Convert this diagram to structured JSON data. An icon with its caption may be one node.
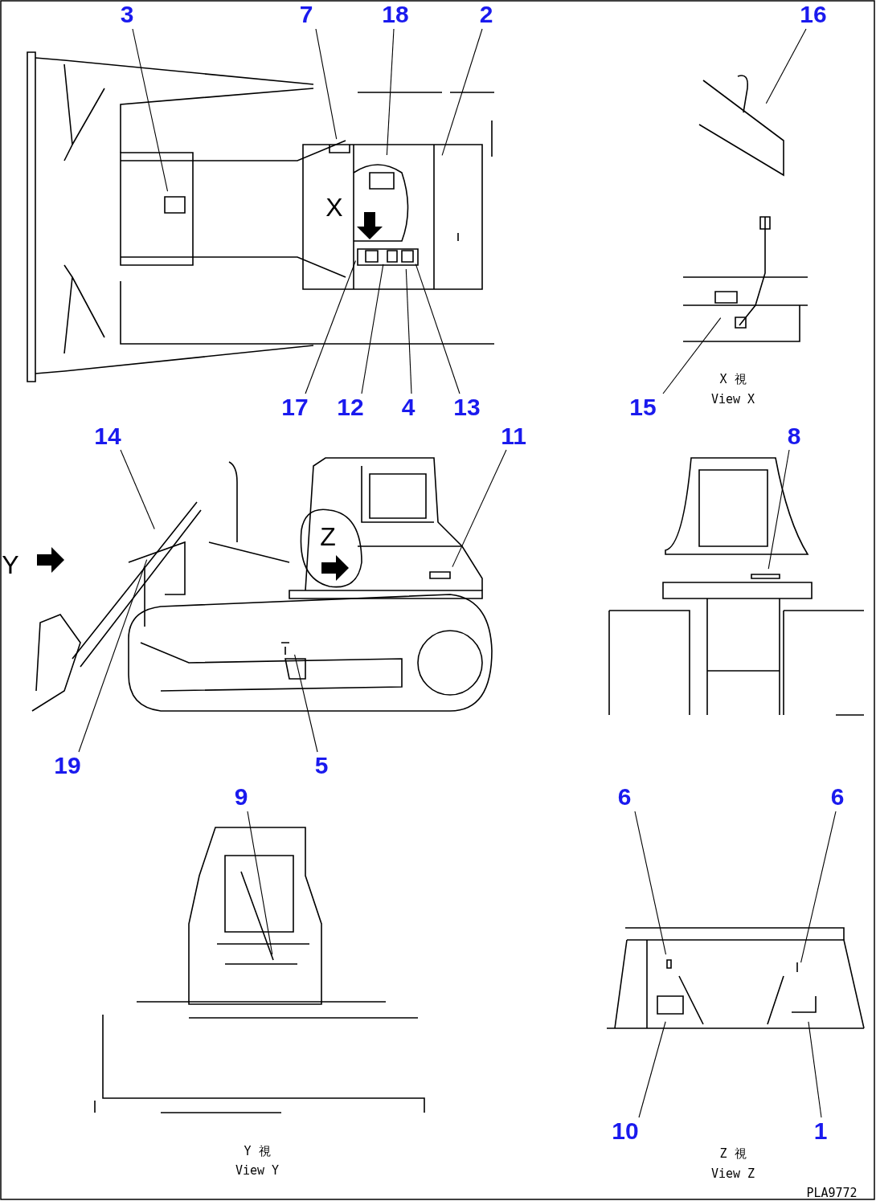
{
  "diagram": {
    "nodes": [
      {
        "text": [
          "3"
        ]
      },
      {
        "text": [
          "7"
        ]
      },
      {
        "text": [
          "18"
        ]
      },
      {
        "text": [
          "2"
        ]
      },
      {
        "text": [
          "16"
        ]
      },
      {
        "text": [
          "17"
        ]
      },
      {
        "text": [
          "12"
        ]
      },
      {
        "text": [
          "4"
        ]
      },
      {
        "text": [
          "13"
        ]
      },
      {
        "text": [
          "15"
        ]
      },
      {
        "text": [
          "14"
        ]
      },
      {
        "text": [
          "11"
        ]
      },
      {
        "text": [
          "8"
        ]
      },
      {
        "text": [
          "19"
        ]
      },
      {
        "text": [
          "5"
        ]
      },
      {
        "text": [
          "9"
        ]
      },
      {
        "text": [
          "6"
        ]
      },
      {
        "text": [
          "6"
        ]
      },
      {
        "text": [
          "10"
        ]
      },
      {
        "text": [
          "1"
        ]
      }
    ],
    "edges": [
      {
        "from": 0,
        "to": null,
        "arrow": "none"
      },
      {
        "from": 1,
        "to": null,
        "arrow": "none"
      },
      {
        "from": 2,
        "to": null,
        "arrow": "none"
      },
      {
        "from": 3,
        "to": null,
        "arrow": "none"
      },
      {
        "from": 4,
        "to": null,
        "arrow": "none"
      },
      {
        "from": 5,
        "to": null,
        "arrow": "none"
      },
      {
        "from": 6,
        "to": null,
        "arrow": "none"
      },
      {
        "from": 7,
        "to": null,
        "arrow": "none"
      },
      {
        "from": 8,
        "to": null,
        "arrow": "none"
      },
      {
        "from": 9,
        "to": null,
        "arrow": "none"
      },
      {
        "from": 10,
        "to": null,
        "arrow": "none"
      },
      {
        "from": 11,
        "to": null,
        "arrow": "none"
      },
      {
        "from": 12,
        "to": null,
        "arrow": "none"
      },
      {
        "from": 13,
        "to": null,
        "arrow": "none"
      },
      {
        "from": 14,
        "to": null,
        "arrow": "none"
      },
      {
        "from": 15,
        "to": null,
        "arrow": "none"
      },
      {
        "from": 16,
        "to": null,
        "arrow": "none"
      },
      {
        "from": 17,
        "to": null,
        "arrow": "none"
      },
      {
        "from": 18,
        "to": null,
        "arrow": "none"
      },
      {
        "from": 19,
        "to": null,
        "arrow": "none"
      }
    ],
    "labels": [
      "X",
      "Y",
      "Z",
      "X 視",
      "View X",
      "Y 視",
      "View Y",
      "Z 視",
      "View Z",
      "PLA9772"
    ]
  }
}
